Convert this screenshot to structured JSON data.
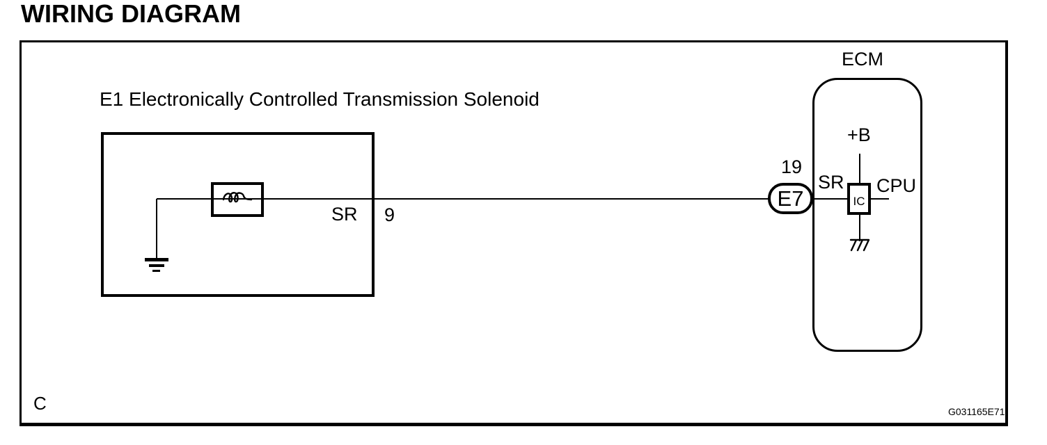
{
  "title": "WIRING DIAGRAM",
  "solenoid": {
    "label": "E1 Electronically Controlled Transmission Solenoid",
    "wire_label": "SR",
    "pin": "9"
  },
  "ecm": {
    "label": "ECM",
    "pin": "19",
    "connector": "E7",
    "wire_label": "SR",
    "power_label": "+B",
    "ic_label": "IC",
    "cpu_label": "CPU"
  },
  "footer": {
    "corner_label": "C",
    "figure_code": "G031165E71"
  },
  "icons": {
    "coil": "coil-icon",
    "earth_ground": "earth-ground-icon",
    "chassis_ground": "chassis-ground-icon"
  },
  "colors": {
    "line": "#000000",
    "background": "#ffffff"
  }
}
